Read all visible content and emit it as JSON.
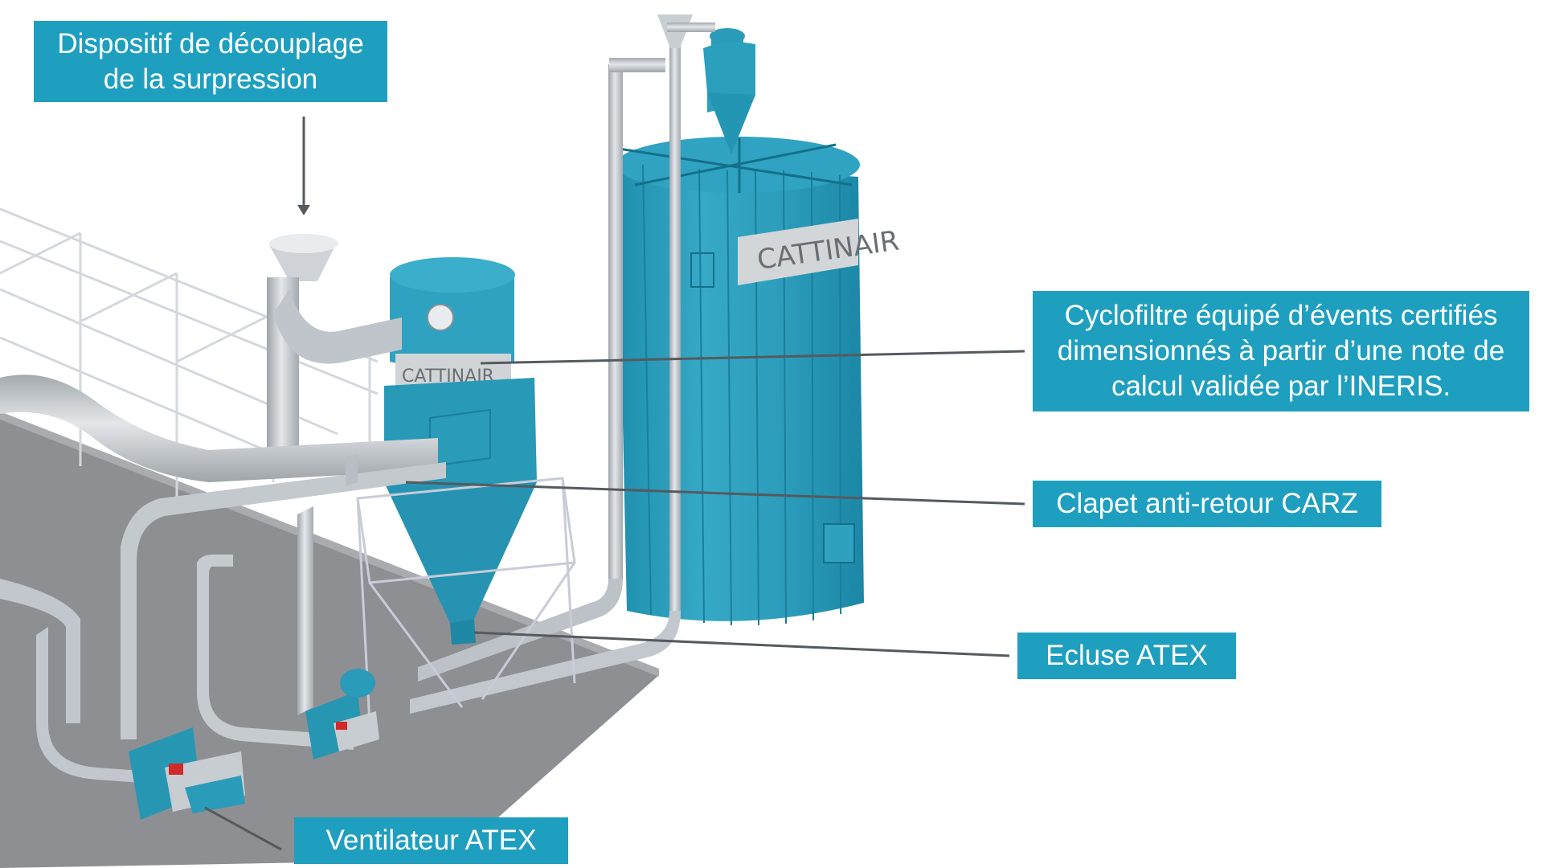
{
  "colors": {
    "label_background": "#1f9fc0",
    "label_text": "#ffffff",
    "equipment": "#2a9bb8",
    "ducting": "#c4c9ce",
    "floor": "#8d8f92",
    "leader_line": "#555a5e"
  },
  "brand_marking": "CATTINAIR",
  "callouts": {
    "decouplage": {
      "lines": [
        "Dispositif de découplage",
        "de la surpression"
      ]
    },
    "cyclofiltre": {
      "lines": [
        "Cyclofiltre équipé d’évents certifiés",
        "dimensionnés à partir d’une note de",
        "calcul validée par l’INERIS."
      ]
    },
    "clapet": {
      "label": "Clapet anti-retour CARZ"
    },
    "ecluse": {
      "label": "Ecluse ATEX"
    },
    "ventilateur": {
      "label": "Ventilateur ATEX"
    }
  }
}
